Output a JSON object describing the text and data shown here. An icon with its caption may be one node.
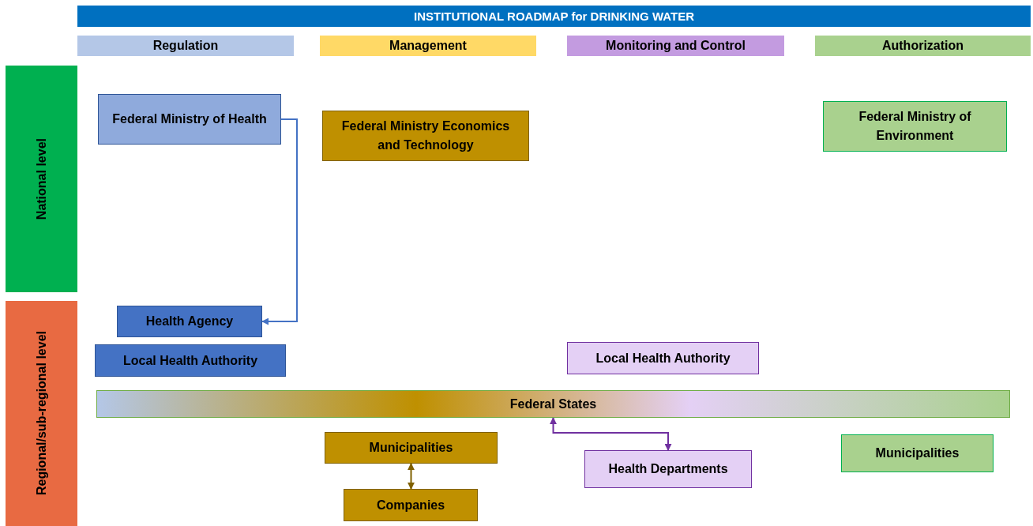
{
  "diagram": {
    "title": "INSTITUTIONAL ROADMAP for DRINKING WATER",
    "nodes": [
      {
        "text": [
          "Regulation"
        ]
      },
      {
        "text": [
          "Management"
        ]
      },
      {
        "text": [
          "Monitoring and Control"
        ]
      },
      {
        "text": [
          "Authorization"
        ]
      },
      {
        "text": [
          "National level"
        ]
      },
      {
        "text": [
          "Regional/sub-regional level"
        ]
      },
      {
        "text": [
          "Federal Ministry of Health"
        ]
      },
      {
        "text": [
          "Federal Ministry Economics and Technology"
        ]
      },
      {
        "text": [
          "Federal Ministry of Environment"
        ]
      },
      {
        "text": [
          "Health Agency"
        ]
      },
      {
        "text": [
          "Local Health Authority"
        ]
      },
      {
        "text": [
          "Local Health Authority"
        ]
      },
      {
        "text": [
          "Federal States"
        ]
      },
      {
        "text": [
          "Municipalities"
        ]
      },
      {
        "text": [
          "Health Departments"
        ]
      },
      {
        "text": [
          "Municipalities"
        ]
      },
      {
        "text": [
          "Companies"
        ]
      }
    ],
    "edges": [
      {
        "from": 6,
        "to": 9,
        "arrow": "to",
        "color": "#4472c4"
      },
      {
        "from": 13,
        "to": 16,
        "arrow": "both",
        "color": "#7f6000"
      },
      {
        "from": 12,
        "to": 14,
        "arrow": "both",
        "color": "#7030a0"
      }
    ]
  }
}
